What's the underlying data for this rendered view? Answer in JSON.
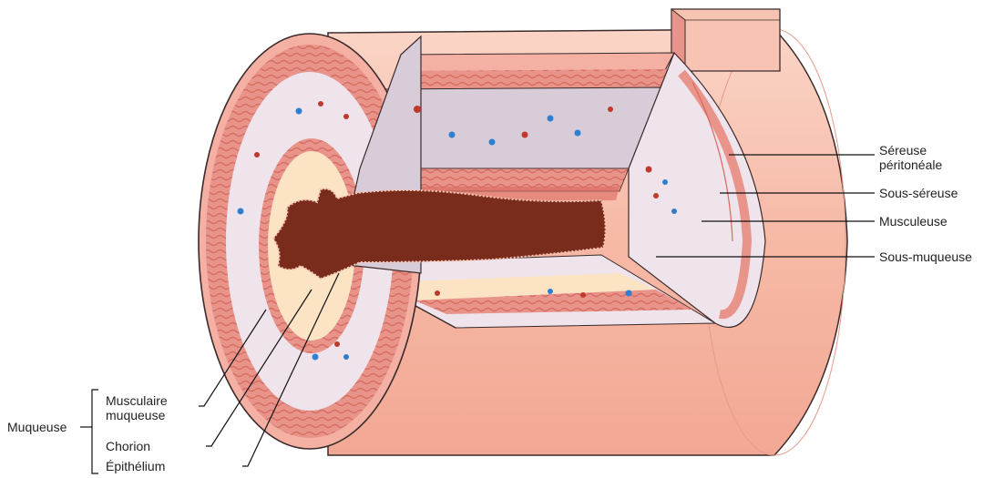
{
  "labels": {
    "sereuse_line1": "Séreuse",
    "sereuse_line2": "péritonéale",
    "sous_sereuse": "Sous-séreuse",
    "musculeuse": "Musculeuse",
    "sous_muqueuse": "Sous-muqueuse",
    "muqueuse": "Muqueuse",
    "musculaire_line1": "Musculaire",
    "musculaire_line2": "muqueuse",
    "chorion": "Chorion",
    "epithelium": "Épithélium"
  },
  "colors": {
    "outer_skin": "#f7c3b2",
    "sereuse_band": "#f3b0a3",
    "muscle": "#e9948a",
    "muscle_dark": "#d9675e",
    "submucosa": "#efe4ec",
    "submucosa_cut": "#d9ccd9",
    "chorion": "#fbe3c4",
    "lumen": "#7a2c1c",
    "vessel_red": "#c0392b",
    "vessel_blue": "#2f7fd1",
    "outline": "#3a2a2a"
  }
}
